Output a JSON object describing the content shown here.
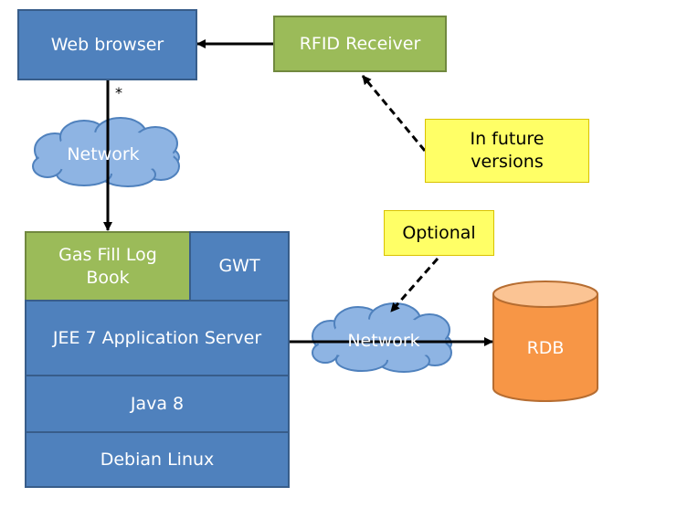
{
  "nodes": {
    "web_browser": "Web browser",
    "rfid_receiver": "RFID Receiver",
    "network_top": "Network",
    "gas_fill_log_book": "Gas Fill Log Book",
    "gwt": "GWT",
    "jee_server": "JEE 7 Application Server",
    "java": "Java 8",
    "debian": "Debian Linux",
    "network_db": "Network",
    "rdb": "RDB"
  },
  "notes": {
    "future": "In future versions",
    "optional": "Optional"
  },
  "multiplicity": "*",
  "colors": {
    "blue": "#4f81bd",
    "green": "#9bbb59",
    "orange": "#f79646",
    "note": "#ffff66",
    "cloud": "#8eb4e3"
  }
}
